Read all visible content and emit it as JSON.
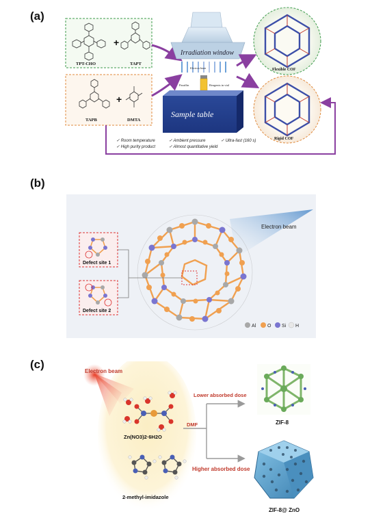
{
  "panel_a": {
    "letter": "(a)",
    "monomers_top": [
      "TPT-CHO",
      "TAPT"
    ],
    "monomers_bottom": [
      "TAPB",
      "DMTA"
    ],
    "irradiation_window": "Irradiation window",
    "electron_beam_small": "Electron beam",
    "paraffin_label": "Paraffin",
    "vial_label": "Reagents in vial",
    "sample_table": "Sample table",
    "product_top": "Flexible COF",
    "product_bottom": "Rigid COF",
    "features": [
      "Room temperature",
      "High purity product",
      "Ambient pressure",
      "Almost quantitative yield",
      "Ultra-fast (160 s)"
    ],
    "colors": {
      "green_box": "#3d9b4b",
      "orange_box": "#e08a3c",
      "purple_arrow": "#8a3fa0"
    }
  },
  "panel_b": {
    "letter": "(b)",
    "electron_beam": "Electron beam",
    "defect_1": "Defect site 1",
    "defect_2": "Defect site 2",
    "legend": [
      "Al",
      "O",
      "Si",
      "H"
    ],
    "colors": {
      "Al": "#a8a8a8",
      "O": "#f0a050",
      "Si": "#7a75d0",
      "H": "#e8e8e8"
    }
  },
  "panel_c": {
    "letter": "(c)",
    "electron_beam": "Electron beam",
    "salt_label": "Zn(NO3)2·6H2O",
    "ligand_label": "2-methyl-imidazole",
    "solvent": "DMF",
    "lower_dose": "Lower absorbed dose",
    "higher_dose": "Higher absorbed dose",
    "product_top": "ZIF-8",
    "product_bottom": "ZIF-8@ ZnO"
  }
}
